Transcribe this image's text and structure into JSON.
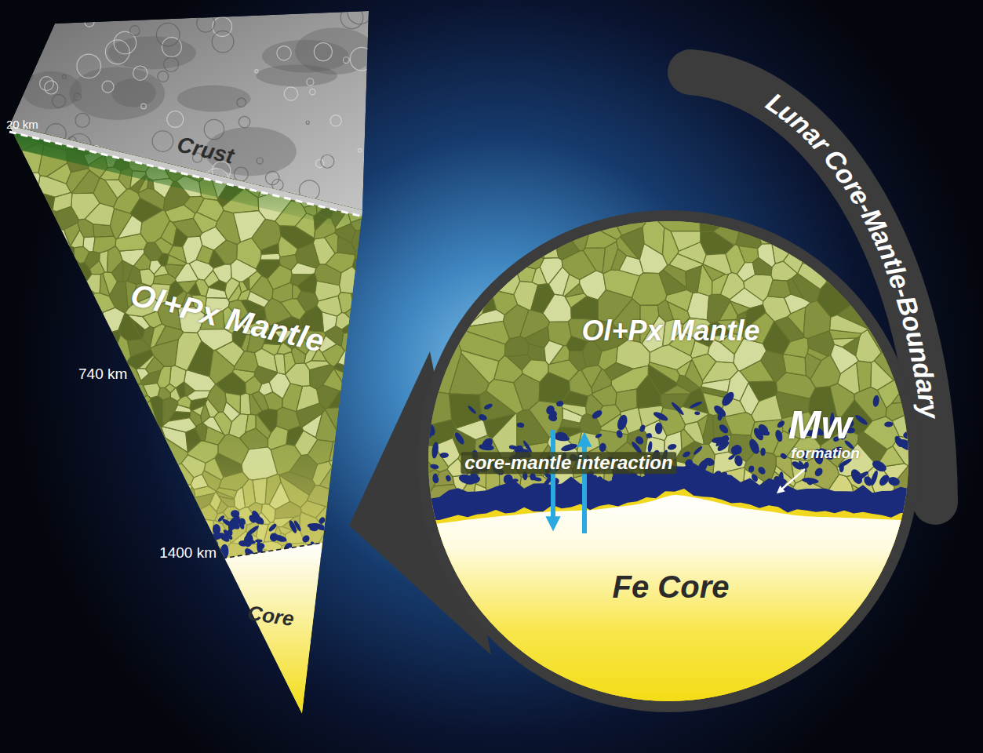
{
  "diagram": {
    "labels": [
      "20 km",
      "Crust",
      "Ol+Px Mantle",
      "740 km",
      "1400 km",
      "Core",
      "Lunar Core-Mantle-Boundary",
      "Ol+Px Mantle",
      "core-mantle interaction",
      "Mw",
      "formation",
      "Fe Core"
    ]
  }
}
